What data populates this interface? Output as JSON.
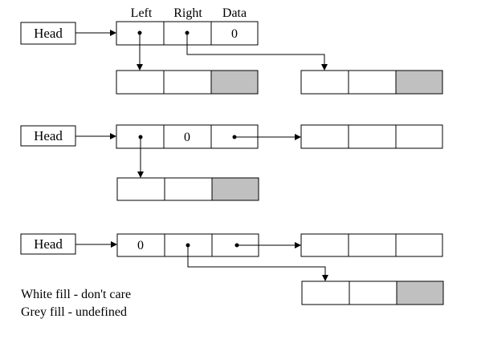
{
  "column_headers": {
    "left": "Left",
    "right": "Right",
    "data": "Data"
  },
  "head_label": "Head",
  "cell_value": "0",
  "legend": {
    "white": "White fill - don't care",
    "grey": "Grey fill - undefined"
  },
  "colors": {
    "undefined_fill": "#c0c0c0",
    "dont_care_fill": "#ffffff",
    "stroke": "#000000"
  }
}
